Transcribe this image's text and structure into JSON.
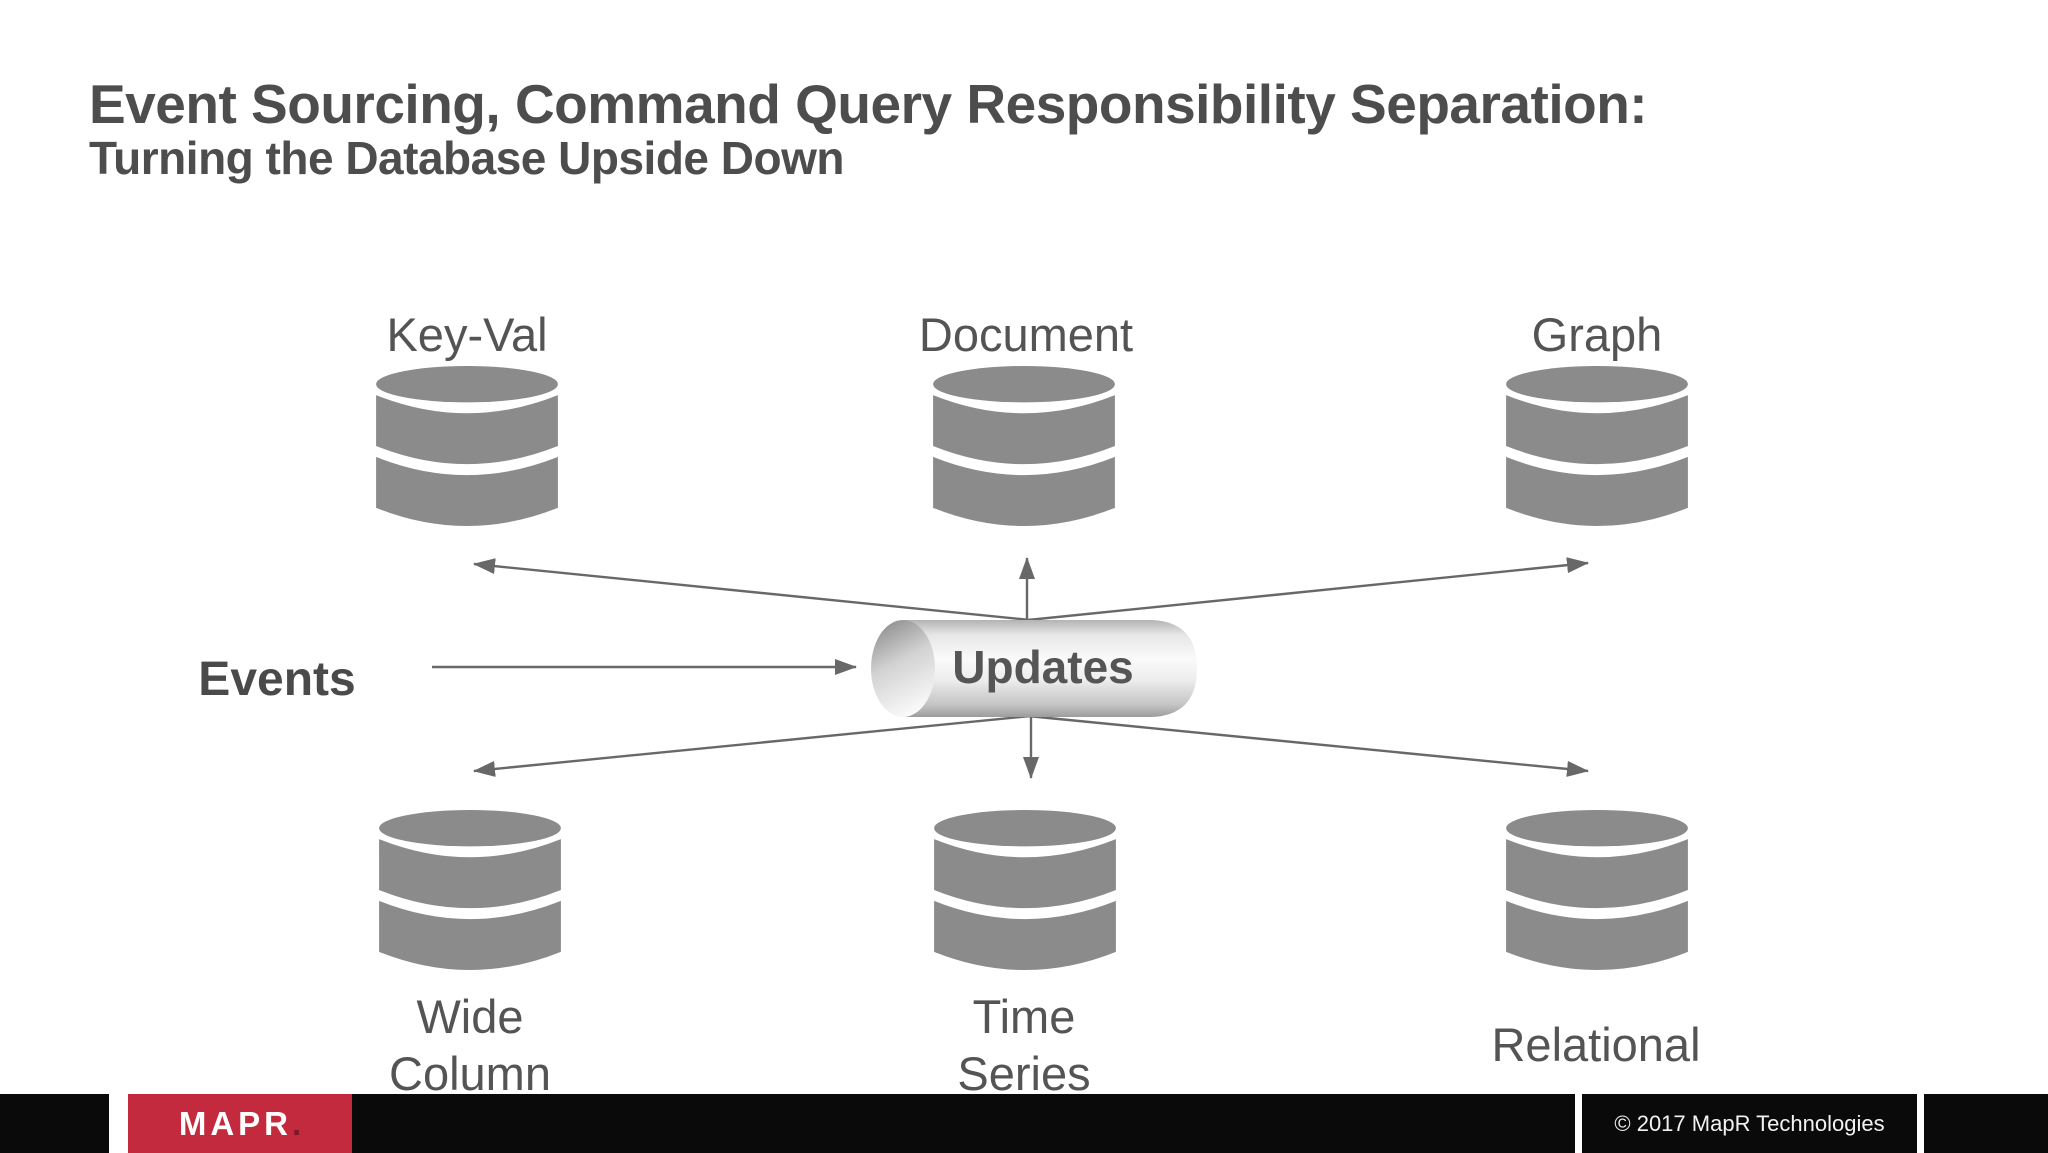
{
  "slide": {
    "title": "Event Sourcing, Command Query Responsibility Separation:",
    "subtitle": "Turning the Database Upside Down"
  },
  "diagram": {
    "events_label": "Events",
    "hub_label": "Updates",
    "databases": [
      {
        "id": "key-val",
        "label": "Key-Val",
        "row": "top"
      },
      {
        "id": "document",
        "label": "Document",
        "row": "top"
      },
      {
        "id": "graph",
        "label": "Graph",
        "row": "top"
      },
      {
        "id": "wide-column",
        "label_lines": [
          "Wide",
          "Column"
        ],
        "row": "bottom"
      },
      {
        "id": "time-series",
        "label_lines": [
          "Time",
          "Series"
        ],
        "row": "bottom"
      },
      {
        "id": "relational",
        "label": "Relational",
        "row": "bottom"
      }
    ]
  },
  "footer": {
    "logo_text": "MAPR",
    "logo_dot": ".",
    "copyright": "© 2017 MapR Technologies"
  },
  "colors": {
    "title_text": "#4d4d4d",
    "label_text": "#545454",
    "database_gray": "#8b8b8b",
    "arrow_gray": "#686868",
    "footer_black": "#0a0a0a",
    "mapr_red": "#c32a3e",
    "logo_white": "#ffffff"
  }
}
